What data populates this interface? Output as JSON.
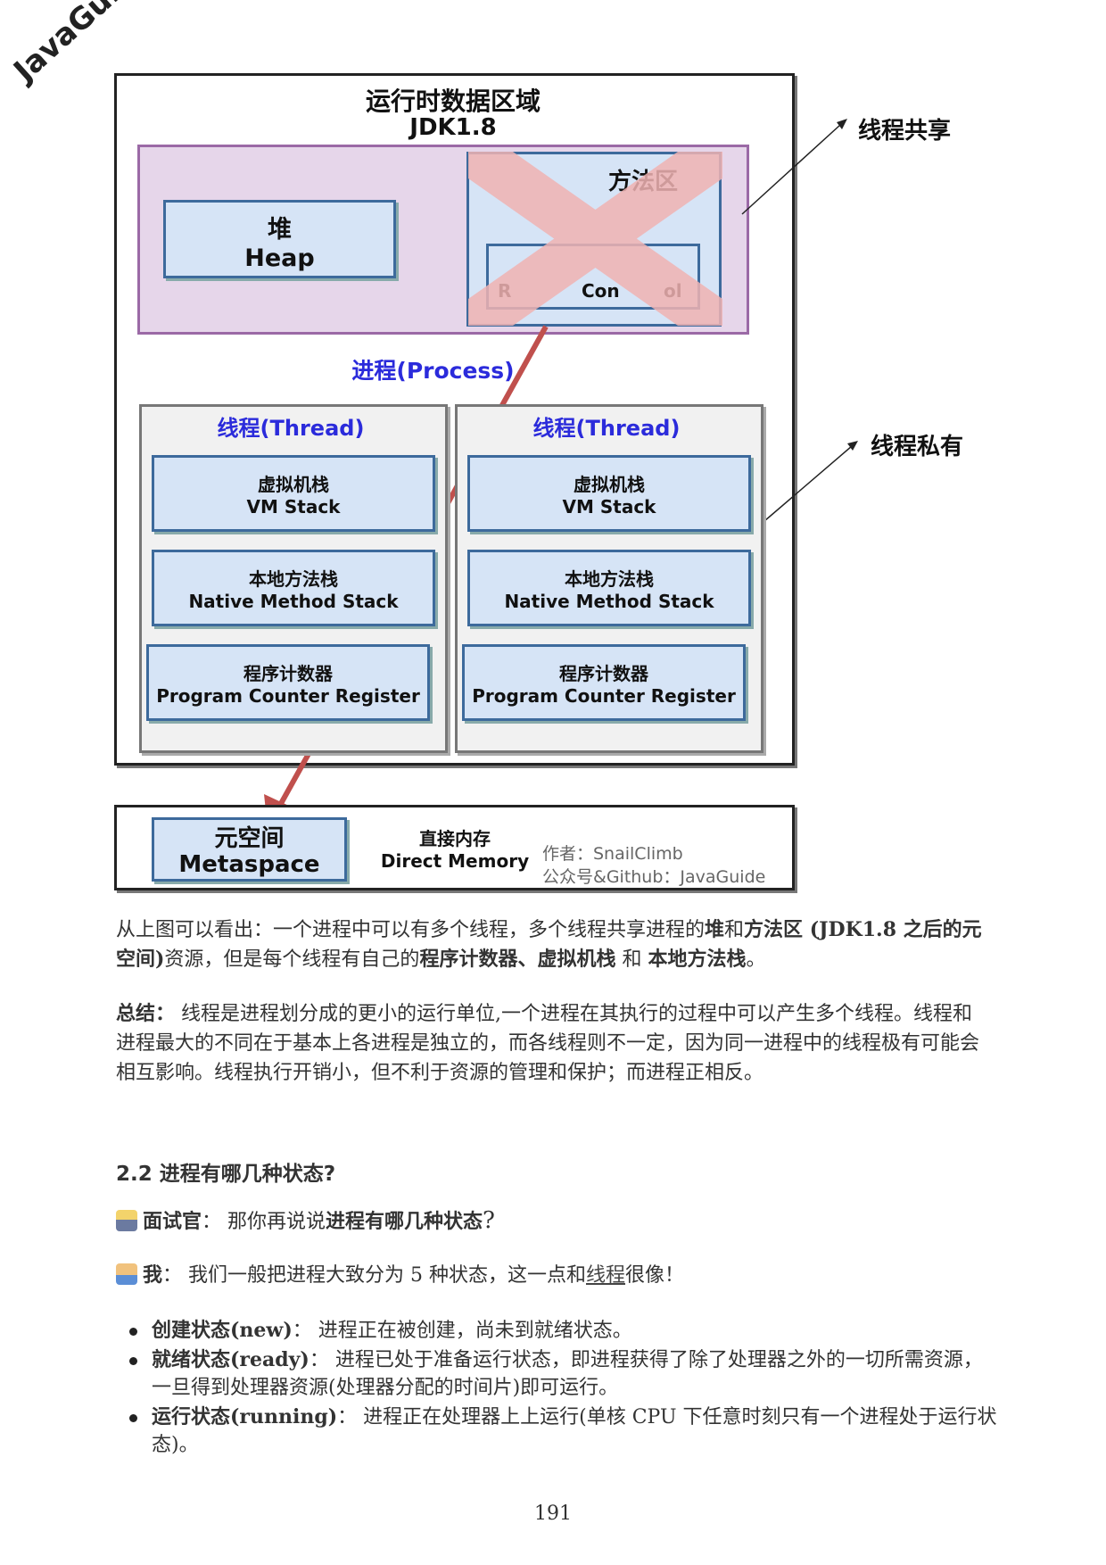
{
  "watermark": "JavaGuide",
  "diagram": {
    "runtime_title": "运行时数据区域",
    "runtime_version": "JDK1.8",
    "heap_cn": "堆",
    "heap_en": "Heap",
    "method_area_cn": "方法区",
    "method_area_partial_1": "R",
    "method_area_partial_2": "Con",
    "method_area_partial_3": "ol",
    "process_label_cn": "进程",
    "process_label_en": "(Process)",
    "thread_cn": "线程",
    "thread_en": "(Thread)",
    "vm_stack_cn": "虚拟机栈",
    "vm_stack_en": "VM Stack",
    "native_cn": "本地方法栈",
    "native_en": "Native Method Stack",
    "pc_cn": "程序计数器",
    "pc_en": "Program Counter Register",
    "shared_label": "线程共享",
    "private_label": "线程私有",
    "metaspace_cn": "元空间",
    "metaspace_en": "Metaspace",
    "direct_cn": "直接内存",
    "direct_en": "Direct Memory",
    "author_line": "作者：SnailClimb",
    "account_line": "公众号&Github：JavaGuide"
  },
  "text": {
    "p1_a": "从上图可以看出：一个进程中可以有多个线程，多个线程共享进程的",
    "p1_heap": "堆",
    "p1_and": "和",
    "p1_method": "方法区 (JDK1.8 之后的元空间)",
    "p1_b": "资源，但是每个线程有自己的",
    "p1_pc": "程序计数器",
    "p1_sep": "、",
    "p1_vm": "虚拟机栈",
    "p1_and2": " 和 ",
    "p1_native": "本地方法栈",
    "p1_end": "。",
    "summary_label": "总结：",
    "summary_text": " 线程是进程划分成的更小的运行单位,一个进程在其执行的过程中可以产生多个线程。线程和进程最大的不同在于基本上各进程是独立的，而各线程则不一定，因为同一进程中的线程极有可能会相互影响。线程执行开销小，但不利于资源的管理和保护；而进程正相反。",
    "heading": "2.2 进程有哪几种状态?",
    "interviewer_label": "面试官",
    "interviewer_text": "： 那你再说说",
    "interviewer_bold": "进程有哪几种状态",
    "interviewer_q": "?",
    "me_label": "我",
    "me_text": "： 我们一般把进程大致分为 5 种状态，这一点和",
    "me_link": "线程",
    "me_end": "很像！",
    "bullets": [
      {
        "label": "创建状态(new)",
        "text": "： 进程正在被创建，尚未到就绪状态。"
      },
      {
        "label": "就绪状态(ready)",
        "text": "： 进程已处于准备运行状态，即进程获得了除了处理器之外的一切所需资源，一旦得到处理器资源(处理器分配的时间片)即可运行。"
      },
      {
        "label": "运行状态(running)",
        "text": "： 进程正在处理器上上运行(单核 CPU 下任意时刻只有一个进程处于运行状态)。"
      }
    ],
    "page_number": "191"
  }
}
